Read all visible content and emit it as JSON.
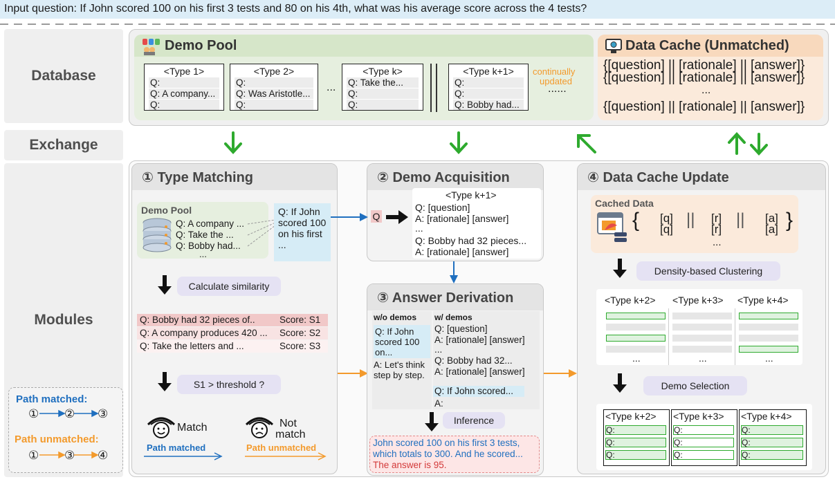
{
  "input_question": "Input question: If John scored 100 on his first 3 tests and 80 on his 4th, what was his average score across the 4 tests?",
  "sections": {
    "database": "Database",
    "exchange": "Exchange",
    "modules": "Modules"
  },
  "demo_pool": {
    "title": "Demo Pool",
    "types": [
      {
        "title": "<Type 1>",
        "lines": [
          "Q:",
          "Q: A company...",
          "Q:"
        ]
      },
      {
        "title": "<Type 2>",
        "lines": [
          "Q:",
          "Q: Was Aristotle...",
          "Q:"
        ]
      },
      {
        "title": "<Type k>",
        "lines": [
          "Q: Take the...",
          "Q:",
          "Q:"
        ]
      },
      {
        "title": "<Type k+1>",
        "lines": [
          "Q:",
          "Q:",
          "Q: Bobby had..."
        ]
      }
    ],
    "ellipsis": "...",
    "continually": "continually",
    "updated": "updated",
    "dots": "......"
  },
  "data_cache": {
    "title": "Data Cache (Unmatched)",
    "rows": [
      "{[question] || [rationale] || [answer]}",
      "{[question] || [rationale] || [answer]}",
      "...",
      "{[question] || [rationale] || [answer]}"
    ]
  },
  "type_matching": {
    "title": "① Type Matching",
    "pool_title": "Demo Pool",
    "pool_items": [
      "Q: A company ...",
      "Q: Take the ...",
      "Q: Bobby had..."
    ],
    "pool_dots": "...",
    "query": "Q: If John scored 100 on his first ...",
    "calc": "Calculate similarity",
    "scores": [
      {
        "q": "Q: Bobby had 32 pieces of..",
        "s": "Score: S1"
      },
      {
        "q": "Q: A company produces 420 ...",
        "s": "Score: S2"
      },
      {
        "q": "Q: Take the letters and ...",
        "s": "Score: S3"
      }
    ],
    "threshold": "S1 > threshold ?",
    "match": "Match",
    "not_match_1": "Not",
    "not_match_2": "match",
    "path_matched": "Path matched",
    "path_unmatched": "Path unmatched"
  },
  "legend": {
    "matched_title": "Path matched:",
    "matched_seq": [
      "①",
      "②",
      "③"
    ],
    "unmatched_title": "Path unmatched:",
    "unmatched_seq": [
      "①",
      "③",
      "④"
    ]
  },
  "demo_acquisition": {
    "title": "② Demo Acquisition",
    "q": "Q",
    "type": "<Type k+1>",
    "lines": [
      "Q:  [question]",
      "A:  [rationale] [answer]",
      "...",
      "Q:  Bobby had 32 pieces...",
      "A:  [rationale] [answer]"
    ]
  },
  "answer_derivation": {
    "title": "③ Answer Derivation",
    "wo": "w/o demos",
    "w": "w/ demos",
    "wo_q": "Q: If John scored 100 on...",
    "wo_a": "A: Let's think step by step.",
    "w_lines": [
      "Q:  [question]",
      "A:  [rationale] [answer]",
      "...",
      "Q:  Bobby had 32...",
      "A:  [rationale] [answer]"
    ],
    "w_q": "Q: If John scored...",
    "w_a": "A:",
    "inference": "Inference",
    "output_1": "John scored 100 on his first 3 tests,",
    "output_2": "which totals to 300. And he scored...",
    "output_3": "The answer is 95."
  },
  "cache_update": {
    "title": "④ Data Cache Update",
    "cached": "Cached Data",
    "row_q": "[q]",
    "row_r": "[r]",
    "row_a": "[a]",
    "dots": "...",
    "cluster": "Density-based Clustering",
    "types": [
      "<Type k+2>",
      "<Type k+3>",
      "<Type k+4>"
    ],
    "selection": "Demo Selection",
    "q": "Q:"
  },
  "colors": {
    "blue": "#1f6fbf",
    "orange": "#f39a2c",
    "green": "#2eaa2e",
    "red": "#d33a3a"
  }
}
